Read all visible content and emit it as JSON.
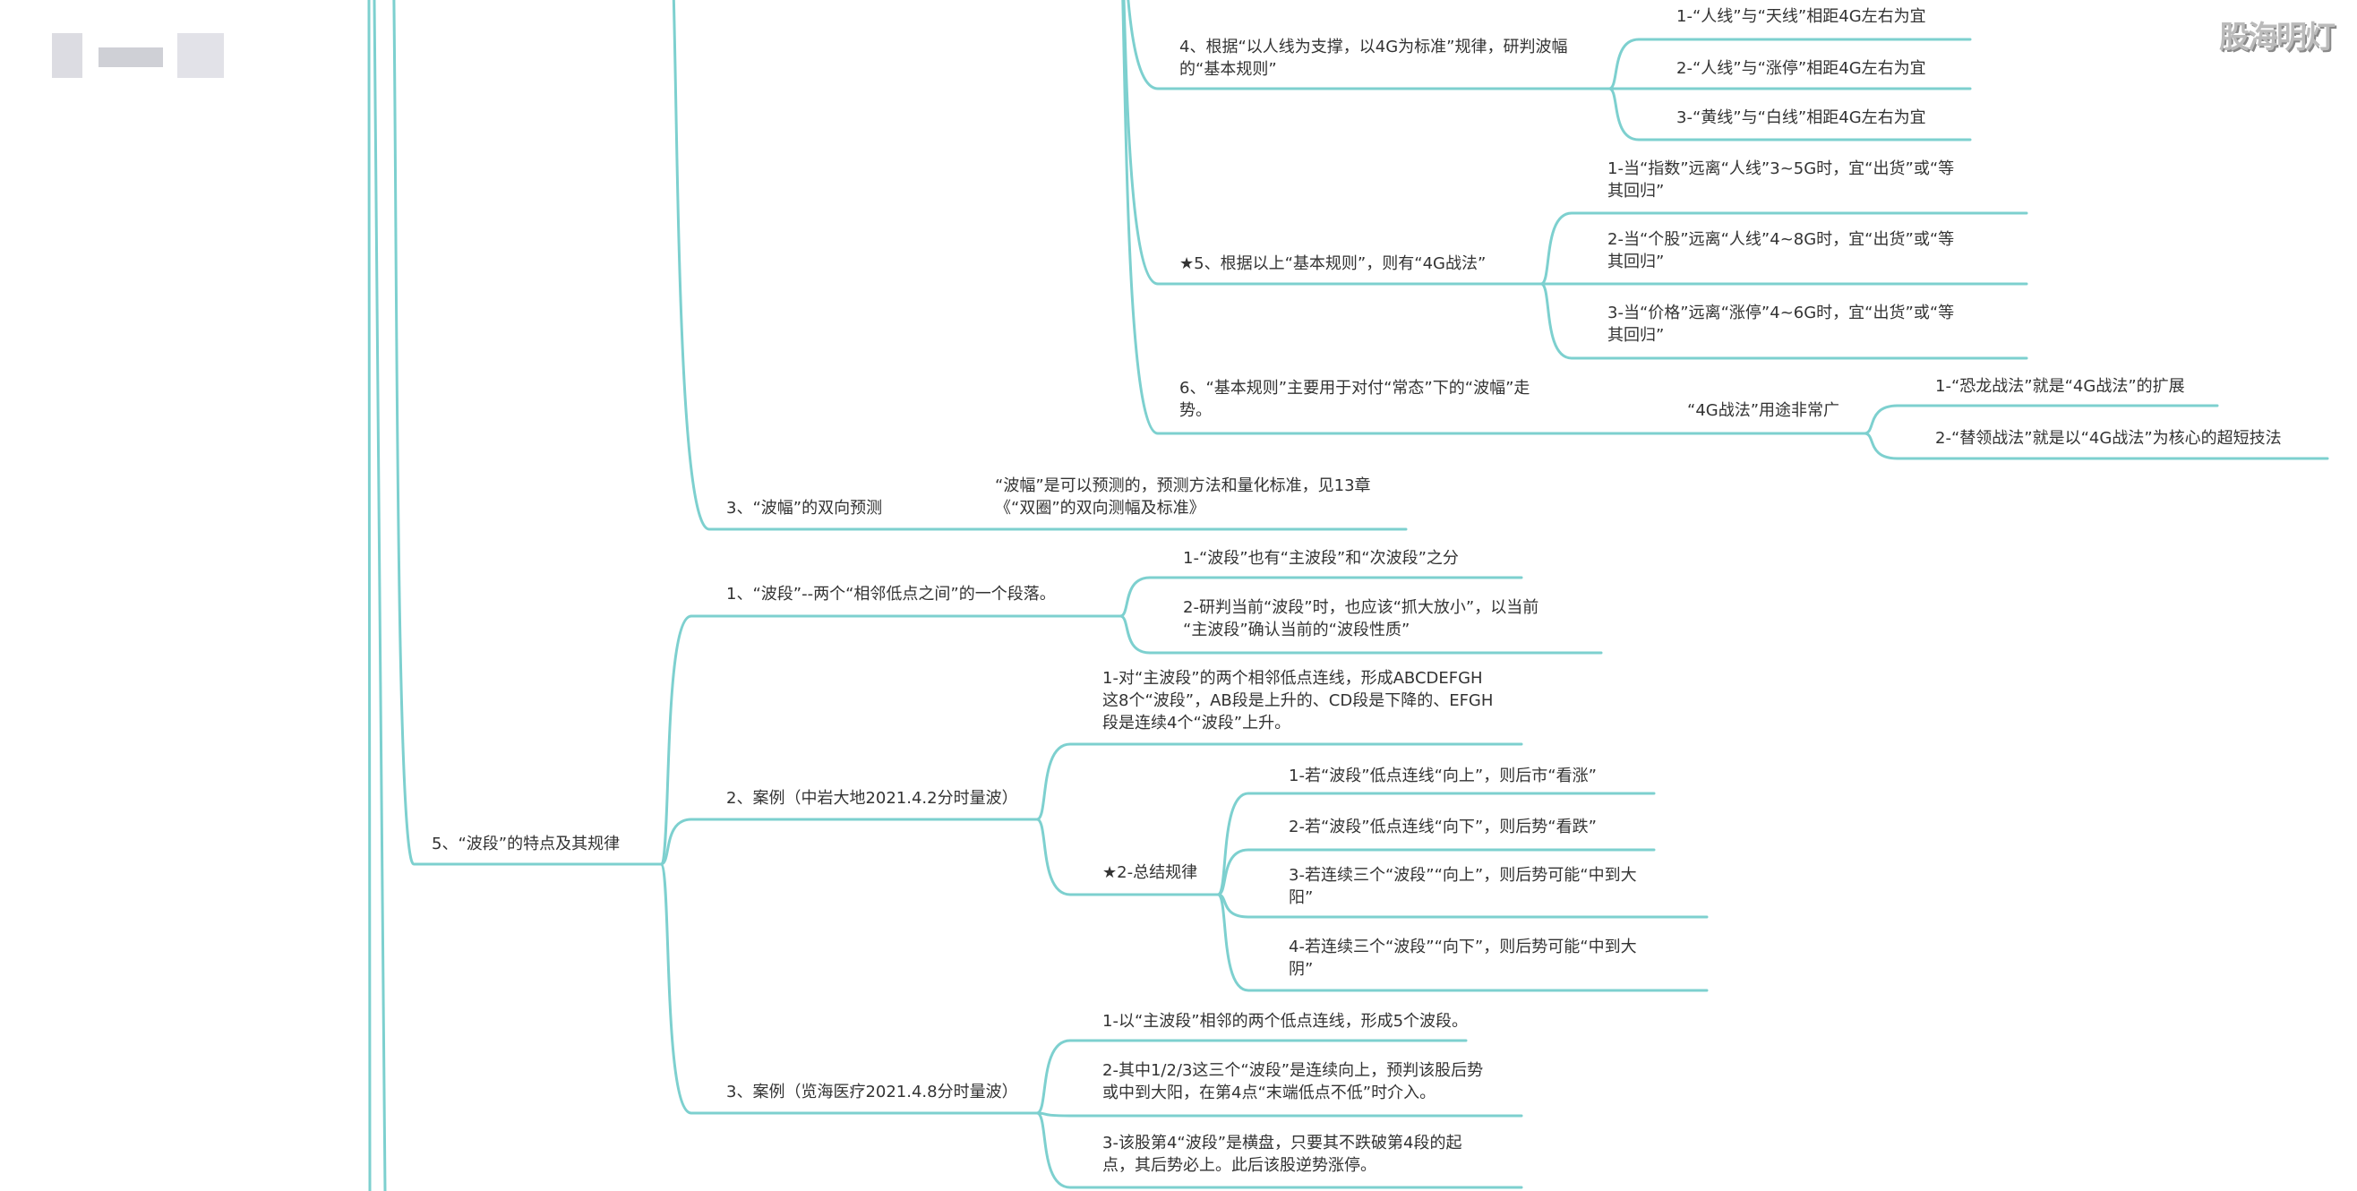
{
  "colors": {
    "branch_line": "#7dd0cf",
    "text": "#333333"
  },
  "watermark": "股海明灯",
  "nodes": {
    "n4": "4、根据“以人线为支撑，以4G为标准”规律，研判波幅\n的“基本规则”",
    "n4_1": "1-“人线”与“天线”相距4G左右为宜",
    "n4_2": "2-“人线”与“涨停”相距4G左右为宜",
    "n4_3": "3-“黄线”与“白线”相距4G左右为宜",
    "n5": "★5、根据以上“基本规则”，则有“4G战法”",
    "n5_1": "1-当“指数”远离“人线”3~5G时，宜“出货”或“等\n其回归”",
    "n5_2": "2-当“个股”远离“人线”4~8G时，宜“出货”或“等\n其回归”",
    "n5_3": "3-当“价格”远离“涨停”4~6G时，宜“出货”或“等\n其回归”",
    "n6": "6、“基本规则”主要用于对付“常态”下的“波幅”走\n势。",
    "n6_mid": "“4G战法”用途非常广",
    "n6_1": "1-“恐龙战法”就是“4G战法”的扩展",
    "n6_2": "2-“替领战法”就是以“4G战法”为核心的超短技法",
    "n3w": "3、“波幅”的双向预测",
    "n3w_note": "“波幅”是可以预测的，预测方法和量化标准，见13章\n《“双圈”的双向测幅及标准》",
    "n5b": "5、“波段”的特点及其规律",
    "b1": "1、“波段”--两个“相邻低点之间”的一个段落。",
    "b1_1": "1-“波段”也有“主波段”和“次波段”之分",
    "b1_2": "2-研判当前“波段”时，也应该“抓大放小”，以当前\n“主波段”确认当前的“波段性质”",
    "b2": "2、案例（中岩大地2021.4.2分时量波）",
    "b2_1": "1-对“主波段”的两个相邻低点连线，形成ABCDEFGH\n这8个“波段”，AB段是上升的、CD段是下降的、EFGH\n段是连续4个“波段”上升。",
    "b2_2": "★2-总结规律",
    "b2_2_1": "1-若“波段”低点连线“向上”，则后市“看涨”",
    "b2_2_2": "2-若“波段”低点连线“向下”，则后势“看跌”",
    "b2_2_3": "3-若连续三个“波段”“向上”，则后势可能“中到大\n阳”",
    "b2_2_4": "4-若连续三个“波段”“向下”，则后势可能“中到大\n阴”",
    "b3": "3、案例（览海医疗2021.4.8分时量波）",
    "b3_1": "1-以“主波段”相邻的两个低点连线，形成5个波段。",
    "b3_2": "2-其中1/2/3这三个“波段”是连续向上，预判该股后势\n或中到大阳，在第4点“末端低点不低”时介入。",
    "b3_3": "3-该股第4“波段”是横盘，只要其不跌破第4段的起\n点，其后势必上。此后该股逆势涨停。"
  }
}
